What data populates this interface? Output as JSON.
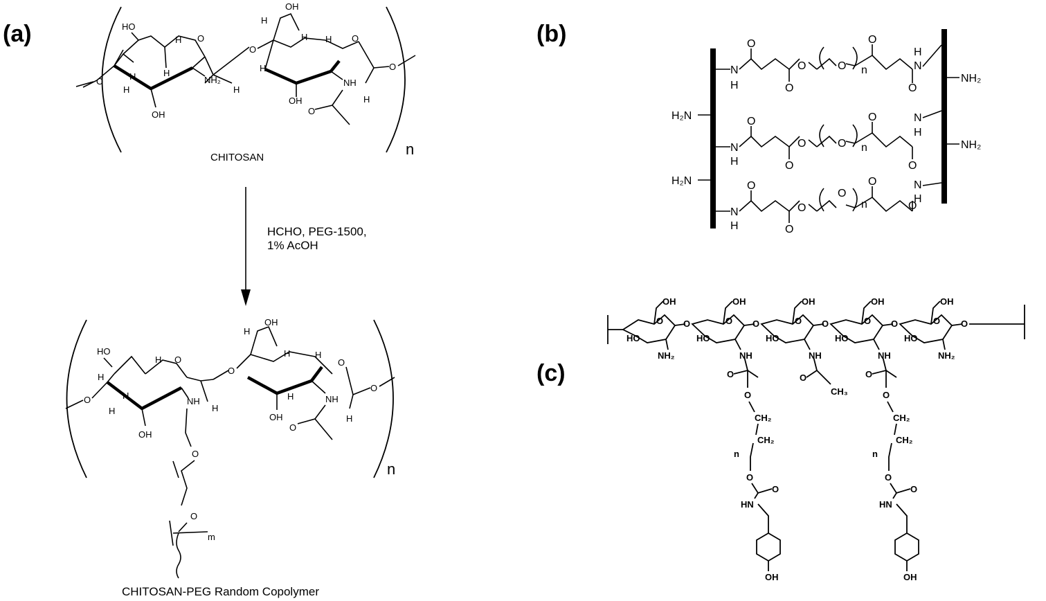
{
  "panels": {
    "a": {
      "label": "(a)",
      "top_name": "CHITOSAN",
      "reagents_line1": "HCHO, PEG-1500,",
      "reagents_line2": "1% AcOH",
      "bottom_name": "CHITOSAN-PEG Random Copolymer",
      "repeat_index": "n",
      "peg_index": "m"
    },
    "b": {
      "label": "(b)",
      "amine": "NH₂",
      "amine_left": "H₂N",
      "repeat_index": "n"
    },
    "c": {
      "label": "(c)",
      "repeat_index": "n"
    }
  }
}
